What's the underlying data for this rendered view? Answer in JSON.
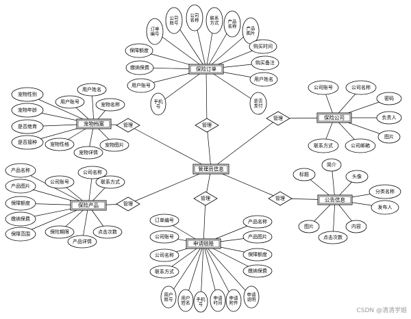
{
  "center": "管理员信息",
  "rel_label": "管理",
  "entities": {
    "order": "保险订单",
    "pet": "宠物档案",
    "company": "保险公司",
    "product": "保险产品",
    "notice": "公告信息",
    "claim": "申请赔赔"
  },
  "order_attrs": {
    "o1": "订单编号",
    "o2": "公司账号",
    "o3": "公司名称",
    "o4": "联系方式",
    "o5": "产品名称",
    "o6": "产品图片",
    "o7": "保障额度",
    "o8": "缴纳保费",
    "o9": "用户账号",
    "o10": "手机号",
    "o11": "购买时间",
    "o12": "购买备注",
    "o13": "用户姓名",
    "o14": "是否支付"
  },
  "pet_attrs": {
    "p1": "宠物性别",
    "p2": "宠物年龄",
    "p3": "是否绝育",
    "p4": "是否接种",
    "p5": "用户姓名",
    "p6": "用户账号",
    "p7": "宠物名称",
    "p8": "宠物性格",
    "p9": "宠物详情",
    "p10": "宠物图片"
  },
  "company_attrs": {
    "c1": "公司账号",
    "c2": "公司名称",
    "c3": "密码",
    "c4": "负责人",
    "c5": "图片",
    "c6": "联系方式",
    "c7": "公司邮箱"
  },
  "product_attrs": {
    "r1": "产品名称",
    "r2": "产品图片",
    "r3": "保障额度",
    "r4": "缴纳保费",
    "r5": "保障范围",
    "r6": "公司账号",
    "r7": "公司名称",
    "r8": "联系方式",
    "r9": "保险期限",
    "r10": "产品详情",
    "r11": "点击次数"
  },
  "notice_attrs": {
    "n1": "标题",
    "n2": "简介",
    "n3": "头像",
    "n4": "分类名称",
    "n5": "发布人",
    "n6": "图片",
    "n7": "点击次数",
    "n8": "内容"
  },
  "claim_attrs": {
    "a1": "订单编号",
    "a2": "公司账号",
    "a3": "公司名称",
    "a4": "联系方式",
    "a5": "产品名称",
    "a6": "产品图片",
    "a7": "保障额度",
    "a8": "缴纳保费",
    "a9": "用户账号",
    "a10": "用户姓名",
    "a11": "手机号",
    "a12": "申请时间",
    "a13": "申请附件",
    "a14": "申请说明"
  },
  "watermark": "CSDN @清清学姐"
}
